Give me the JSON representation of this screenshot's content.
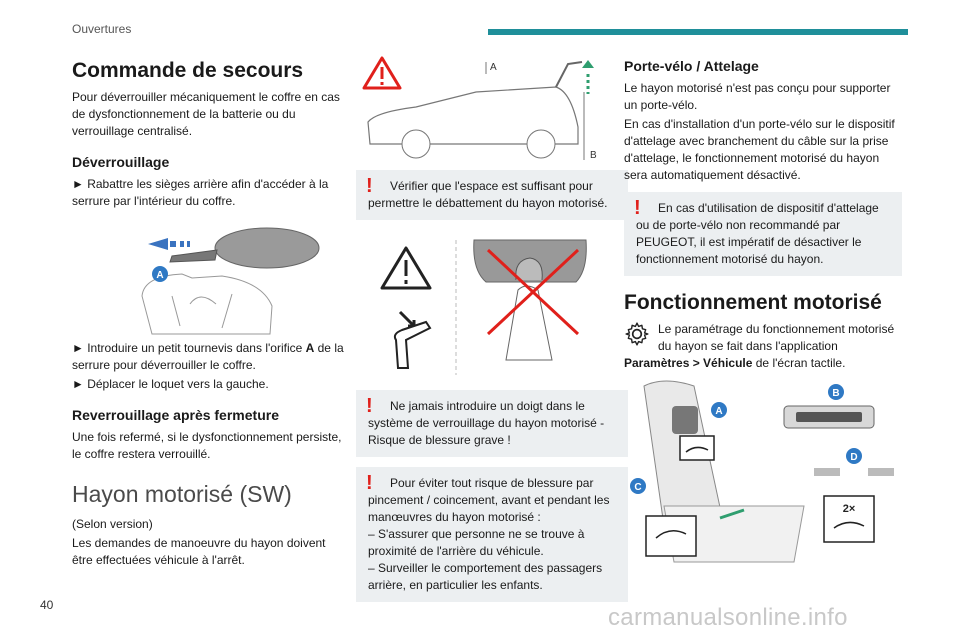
{
  "header": {
    "section": "Ouvertures"
  },
  "page_number": "40",
  "watermark": "carmanualsonline.info",
  "col1": {
    "title": "Commande de secours",
    "intro": "Pour déverrouiller mécaniquement le coffre en cas de dysfonctionnement de la batterie ou du verrouillage centralisé.",
    "unlock_heading": "Déverrouillage",
    "unlock_step1": "► Rabattre les sièges arrière afin d'accéder à la serrure par l'intérieur du coffre.",
    "fig_label_a": "A",
    "step2_pre": "► Introduire un petit tournevis dans l'orifice ",
    "step2_bold": "A",
    "step2_post": " de la serrure pour déverrouiller le coffre.",
    "step3": "► Déplacer le loquet vers la gauche.",
    "relock_heading": "Reverrouillage après fermeture",
    "relock_text": "Une fois refermé, si le dysfonctionnement persiste, le coffre restera verrouillé.",
    "hayon_heading": "Hayon motorisé (SW)",
    "hayon_p1": "(Selon version)",
    "hayon_p2": "Les demandes de manoeuvre du hayon doivent être effectuées véhicule à l'arrêt."
  },
  "col2": {
    "fig_label_a": "A",
    "fig_label_b": "B",
    "warn1": "Vérifier que l'espace est suffisant pour permettre le débattement du hayon motorisé.",
    "warn2": "Ne jamais introduire un doigt dans le système de verrouillage du hayon motorisé - Risque de blessure grave !",
    "warn3_l1": "Pour éviter tout risque de blessure par pincement / coincement, avant et pendant les manœuvres du hayon motorisé :",
    "warn3_l2": "– S'assurer que personne ne se trouve à proximité de l'arrière du véhicule.",
    "warn3_l3": "– Surveiller le comportement des passagers arrière, en particulier les enfants."
  },
  "col3": {
    "bike_heading": "Porte-vélo / Attelage",
    "bike_p1": "Le hayon motorisé n'est pas conçu pour supporter un porte-vélo.",
    "bike_p2": "En cas d'installation d'un porte-vélo sur le dispositif d'attelage avec branchement du câble sur la prise d'attelage, le fonctionnement motorisé du hayon sera automatiquement désactivé.",
    "warn_bike": "En cas d'utilisation de dispositif d'attelage ou de porte-vélo non recommandé par PEUGEOT, il est impératif de désactiver le fonctionnement motorisé du hayon.",
    "motor_heading": "Fonctionnement motorisé",
    "motor_pre": "Le paramétrage du fonctionnement motorisé du hayon se fait dans l'application ",
    "motor_bold": "Paramètres > Véhicule",
    "motor_post": " de l'écran tactile.",
    "fig_label_a": "A",
    "fig_label_b": "B",
    "fig_label_c": "C",
    "fig_label_d": "D",
    "fig_2x": "2×"
  },
  "colors": {
    "accent_teal": "#1f8f9a",
    "warning_red": "#e0201b",
    "badge_blue": "#2f79c4",
    "note_bg": "#eceff1"
  },
  "icons": [
    "warning-triangle-icon",
    "gear-icon",
    "exclamation-icon"
  ]
}
